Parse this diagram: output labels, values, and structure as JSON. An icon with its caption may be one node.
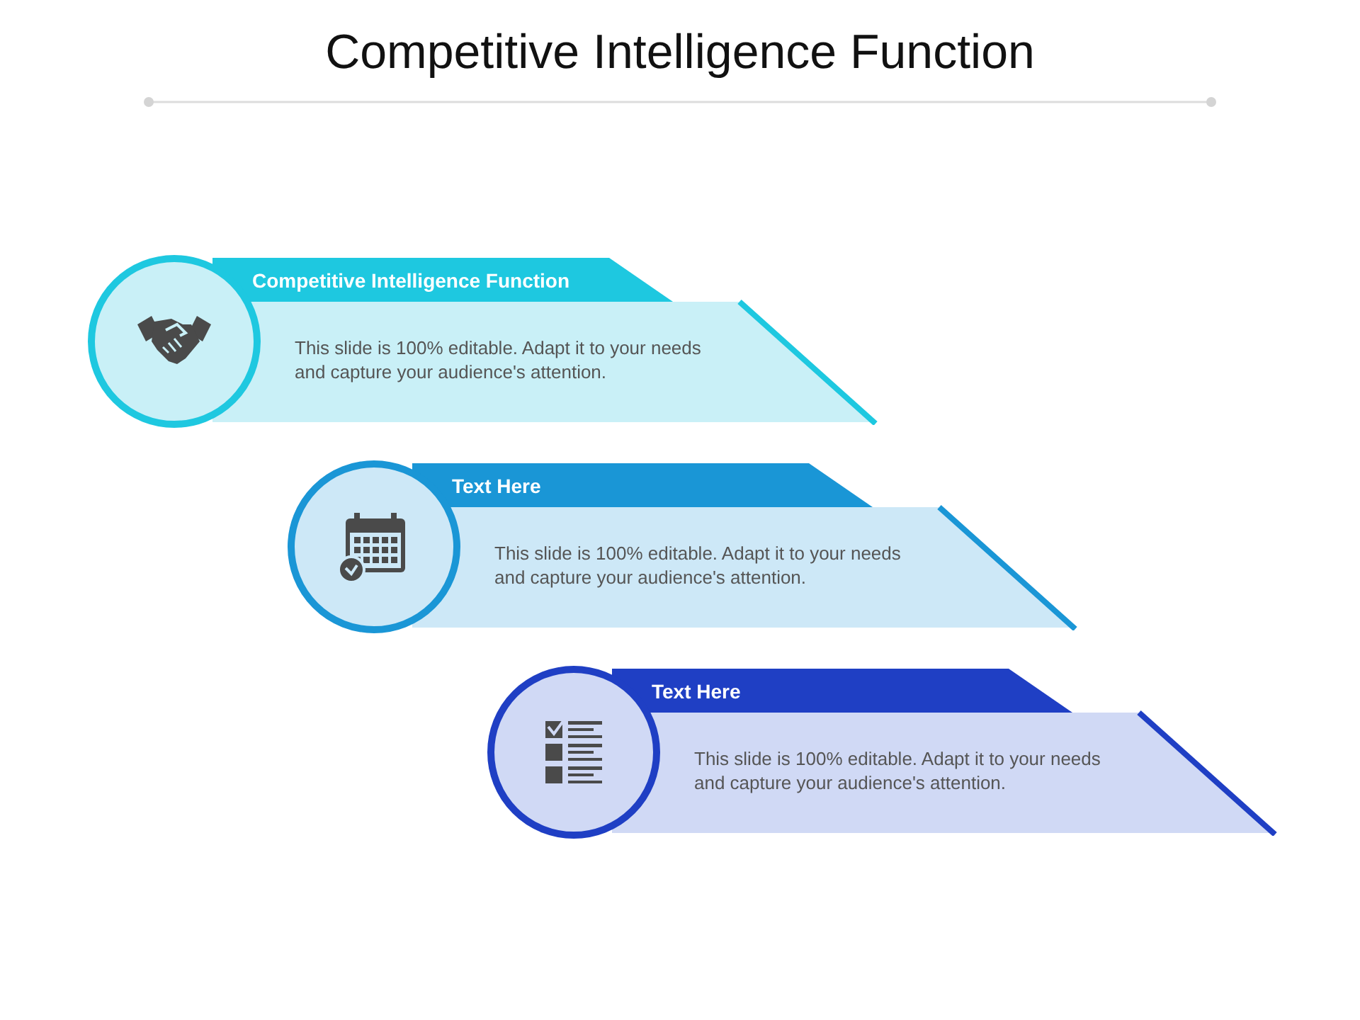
{
  "diagram": {
    "title": "Competitive Intelligence Function",
    "nodes": [
      {
        "text": [
          "Competitive Intelligence Function",
          "This slide is 100% editable. Adapt it to your needs and capture your audience's attention."
        ]
      },
      {
        "text": [
          "Text Here",
          "This slide is 100% editable. Adapt it to your needs and capture your audience's attention."
        ]
      },
      {
        "text": [
          "Text Here",
          "This slide is 100% editable. Adapt it to your needs and capture your audience's attention."
        ]
      }
    ]
  }
}
